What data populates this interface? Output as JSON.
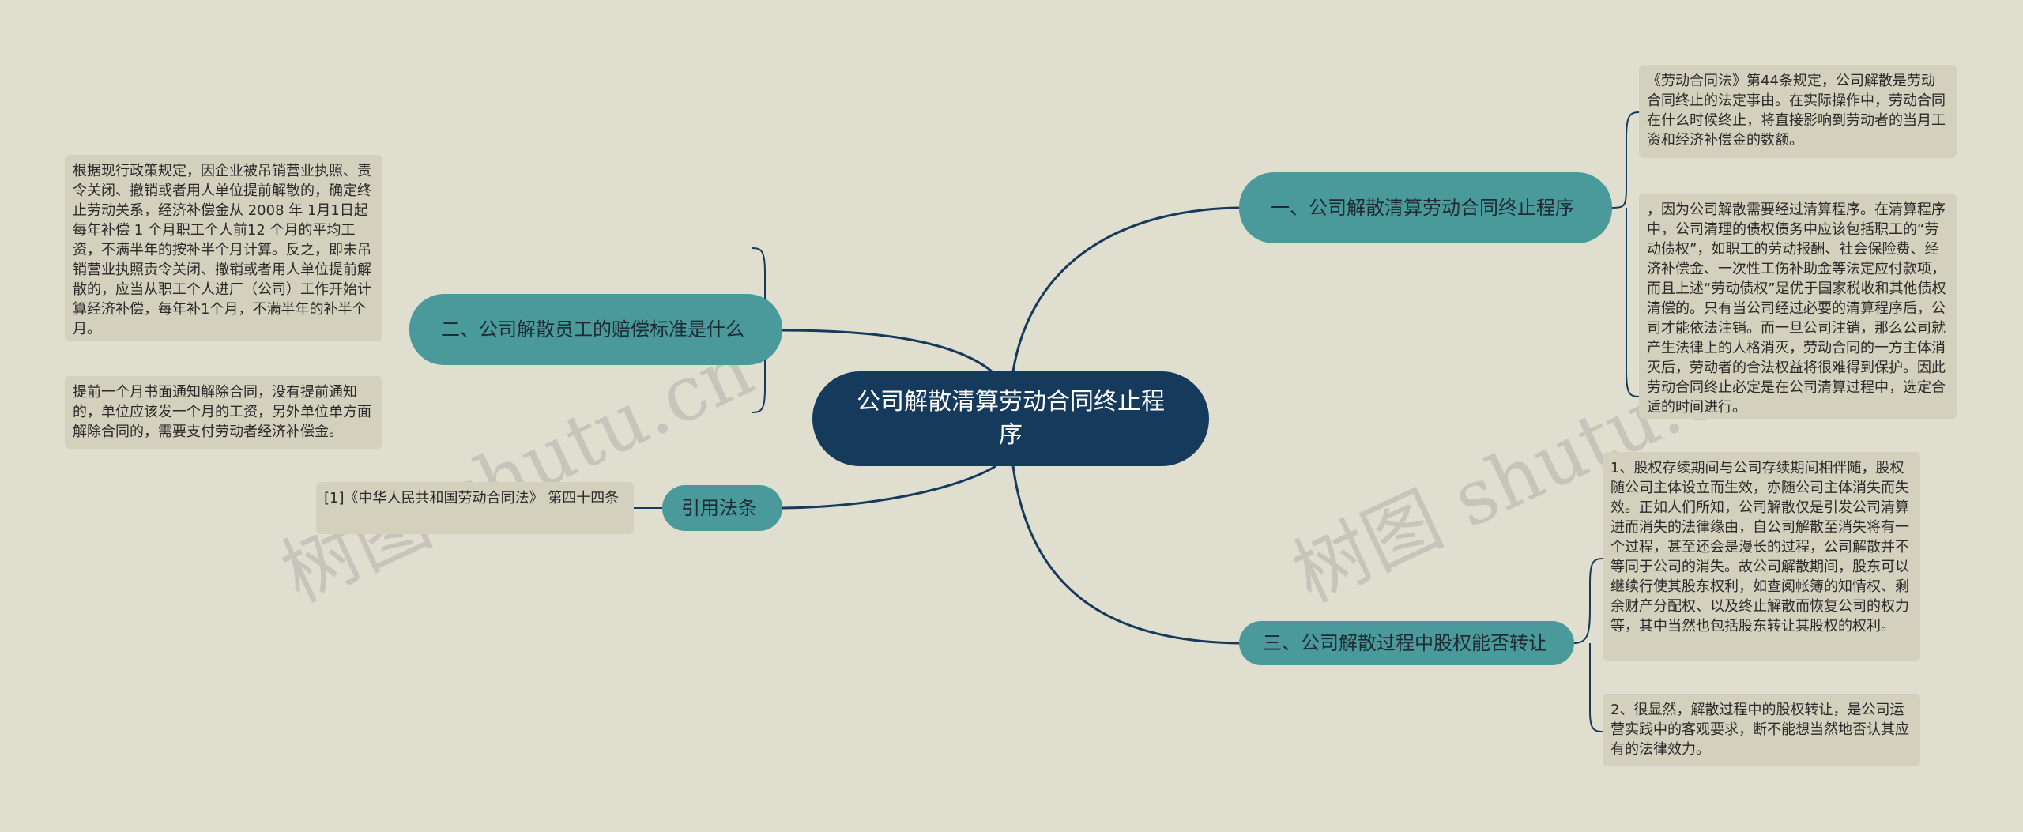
{
  "root": {
    "title": "公司解散清算劳动合同终止程序"
  },
  "branches": [
    {
      "label": "一、公司解散清算劳动合同终止程序",
      "leaves": [
        "《劳动合同法》第44条规定，公司解散是劳动合同终止的法定事由。在实际操作中，劳动合同在什么时候终止，将直接影响到劳动者的当月工资和经济补偿金的数额。",
        "，因为公司解散需要经过清算程序。在清算程序中，公司清理的债权债务中应该包括职工的“劳动债权”，如职工的劳动报酬、社会保险费、经济补偿金、一次性工伤补助金等法定应付款项，而且上述“劳动债权”是优于国家税收和其他债权清偿的。只有当公司经过必要的清算程序后，公司才能依法注销。而一旦公司注销，那么公司就产生法律上的人格消灭，劳动合同的一方主体消灭后，劳动者的合法权益将很难得到保护。因此劳动合同终止必定是在公司清算过程中，选定合适的时间进行。"
      ]
    },
    {
      "label": "二、公司解散员工的赔偿标准是什么",
      "leaves": [
        "根据现行政策规定，因企业被吊销营业执照、责令关闭、撤销或者用人单位提前解散的，确定终止劳动关系，经济补偿金从 2008 年 1月1日起每年补偿 1 个月职工个人前12 个月的平均工资，不满半年的按补半个月计算。反之，即未吊销营业执照责令关闭、撤销或者用人单位提前解散的，应当从职工个人进厂（公司）工作开始计算经济补偿，每年补1个月，不满半年的补半个月。",
        "提前一个月书面通知解除合同，没有提前通知的，单位应该发一个月的工资，另外单位单方面解除合同的，需要支付劳动者经济补偿金。"
      ]
    },
    {
      "label": "引用法条",
      "leaves": [
        "[1]《中华人民共和国劳动合同法》 第四十四条"
      ]
    },
    {
      "label": "三、公司解散过程中股权能否转让",
      "leaves": [
        "1、股权存续期间与公司存续期间相伴随，股权随公司主体设立而生效，亦随公司主体消失而失效。正如人们所知，公司解散仅是引发公司清算进而消失的法律缘由，自公司解散至消失将有一个过程，甚至还会是漫长的过程，公司解散并不等同于公司的消失。故公司解散期间，股东可以继续行使其股东权利，如查阅帐簿的知情权、剩余财产分配权、以及终止解散而恢复公司的权力等，其中当然也包括股东转让其股权的权利。",
        "2、很显然，解散过程中的股权转让，是公司运营实践中的客观要求，断不能想当然地否认其应有的法律效力。"
      ]
    }
  ],
  "watermarks": [
    "树图 shutu.cn",
    "树图 shutu.cn"
  ],
  "colors": {
    "root": "#163a5c",
    "branch": "#4a9a9c",
    "leaf": "#d3d1bd",
    "line": "#163a5c",
    "background": "#e0dfcf"
  }
}
